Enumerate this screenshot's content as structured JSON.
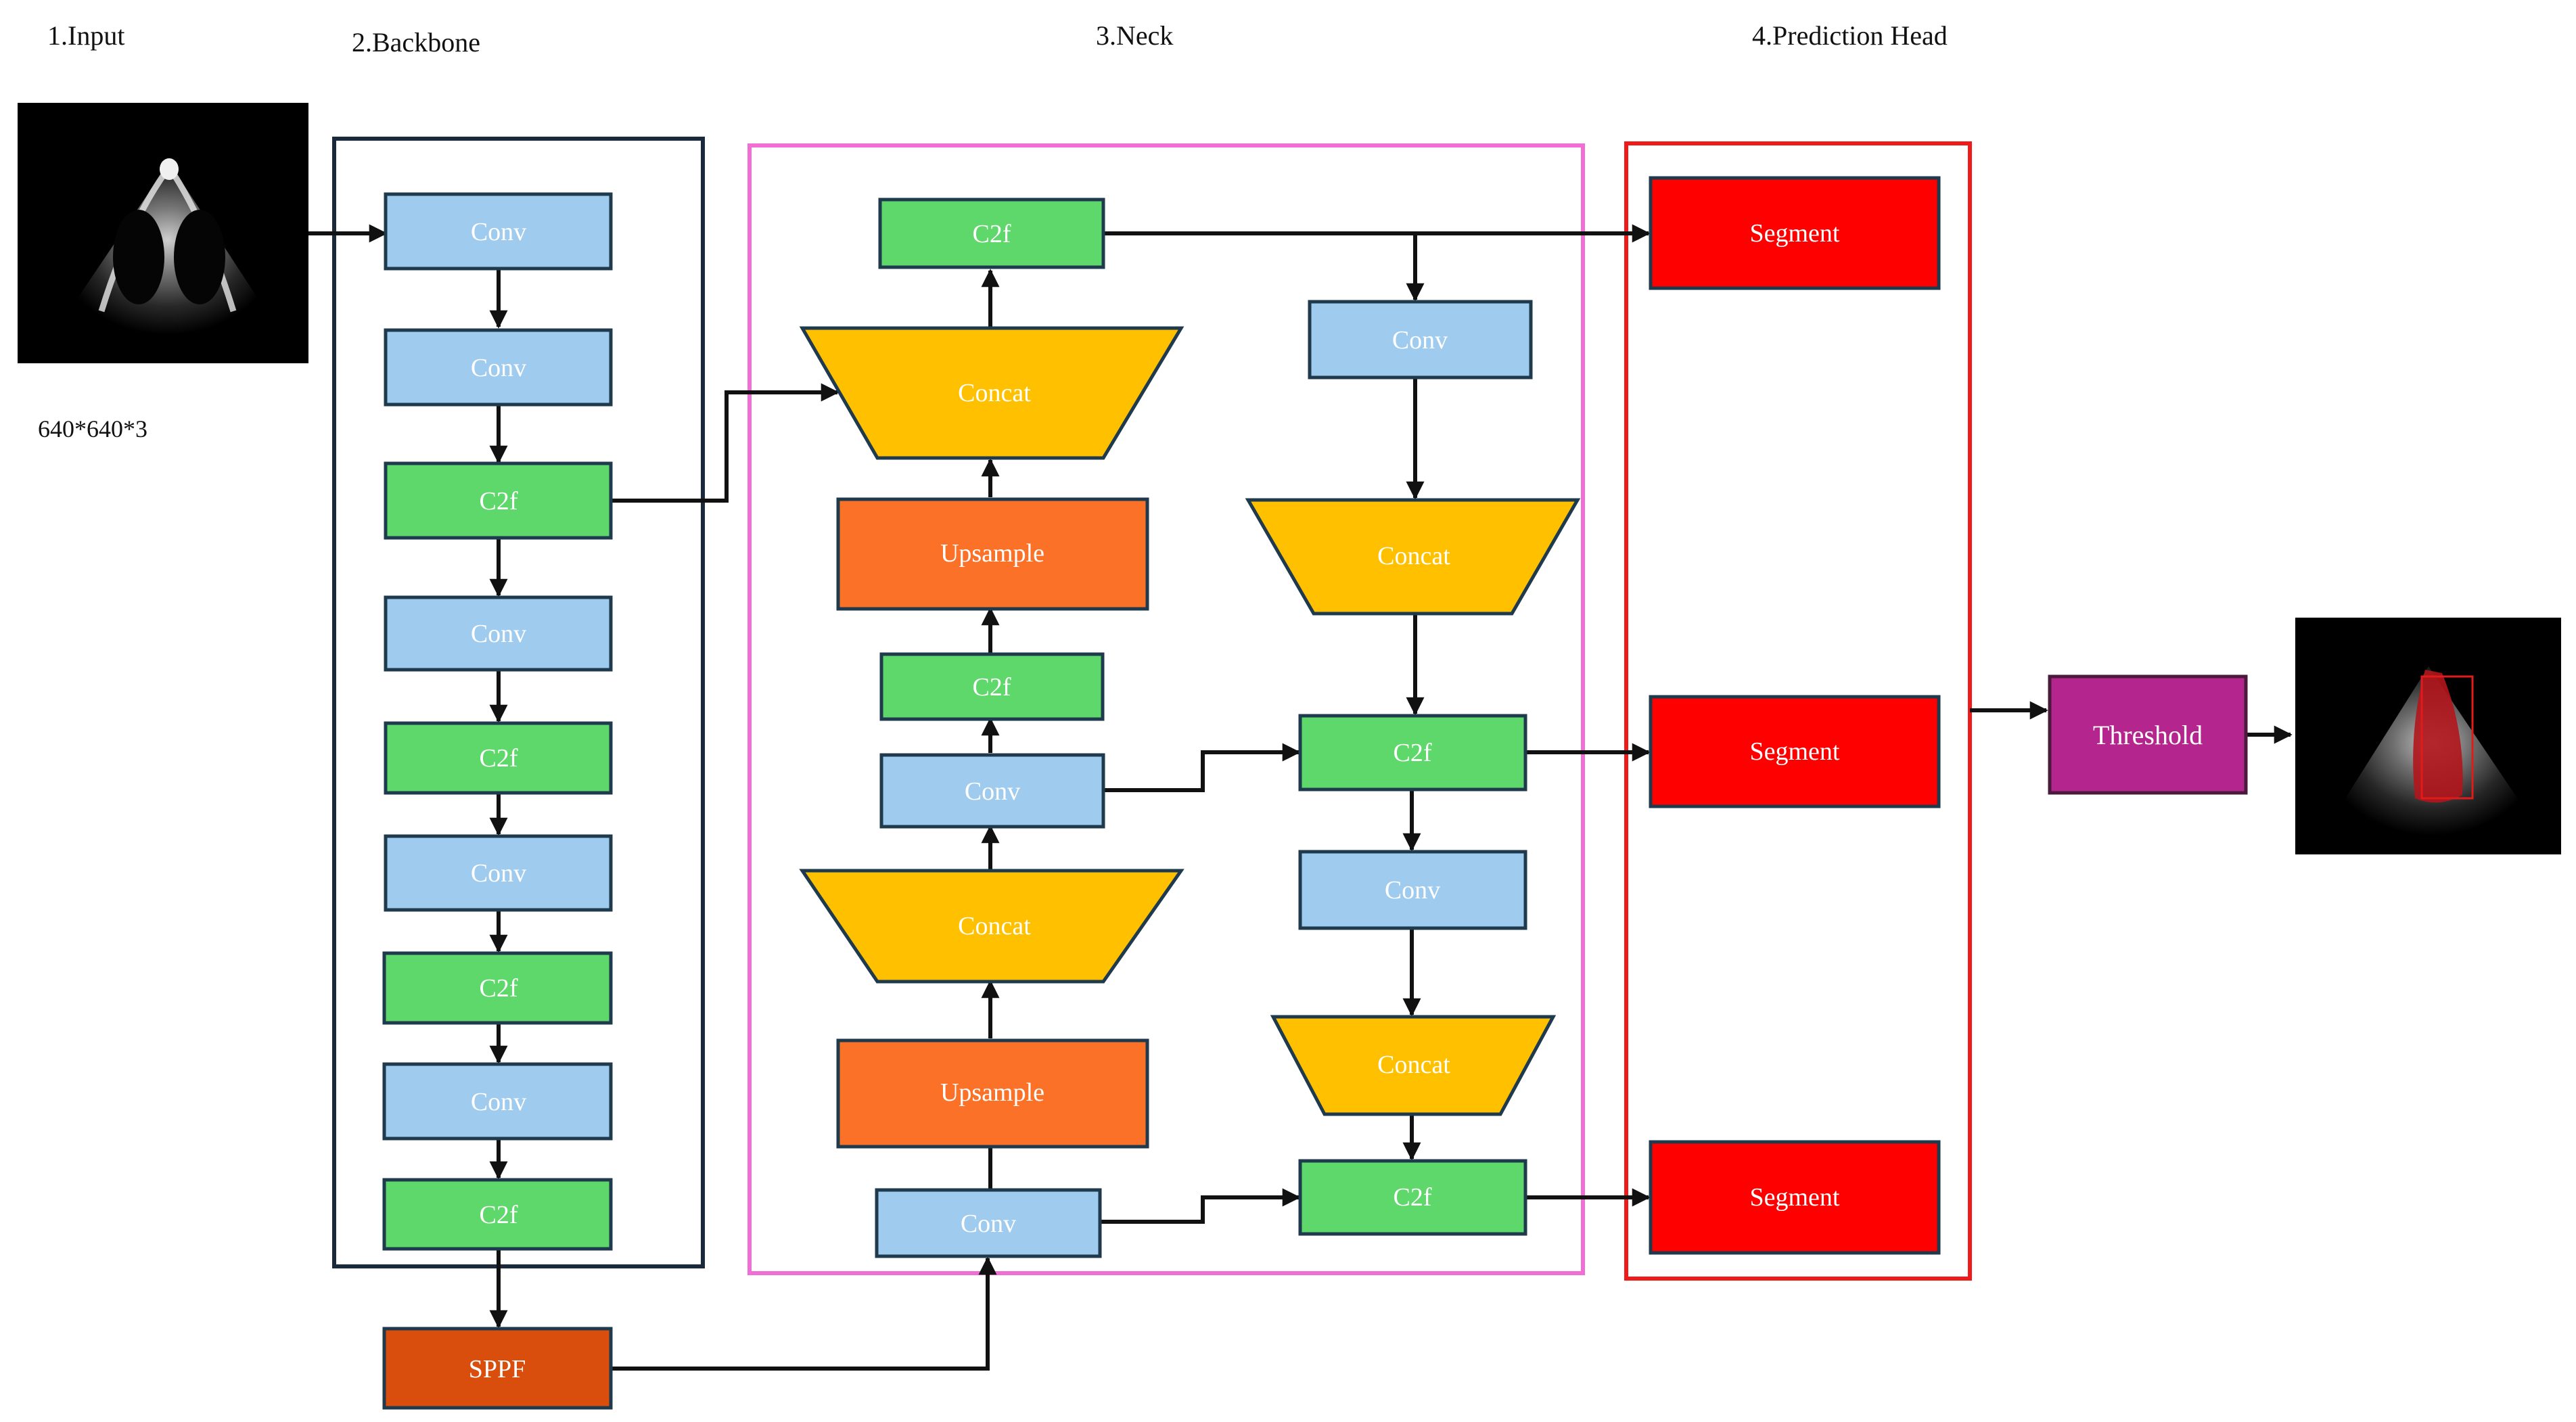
{
  "sections": {
    "input": "1.Input",
    "backbone": "2.Backbone",
    "neck": "3.Neck",
    "head": "4.Prediction Head"
  },
  "input_size": "640*640*3",
  "colors": {
    "conv": "#9fcbee",
    "c2f": "#5ed86b",
    "concat": "#ffc000",
    "upsample": "#fb7128",
    "sppf": "#d94e0c",
    "segment": "#ff0000",
    "threshold": "#b5258e",
    "backbone_border": "#1b2a3a",
    "neck_border": "#ef6fd5",
    "head_border": "#ef1b1b"
  },
  "backbone": {
    "conv_1": "Conv",
    "conv_2": "Conv",
    "c2f_1": "C2f",
    "conv_3": "Conv",
    "c2f_2": "C2f",
    "conv_4": "Conv",
    "c2f_3": "C2f",
    "conv_5": "Conv",
    "c2f_4": "C2f",
    "sppf": "SPPF"
  },
  "neck": {
    "c2f_top": "C2f",
    "concat_top": "Concat",
    "upsample_1": "Upsample",
    "c2f_mid": "C2f",
    "conv_mid": "Conv",
    "concat_mid": "Concat",
    "upsample_2": "Upsample",
    "conv_bottom": "Conv",
    "conv_right_1": "Conv",
    "concat_right_1": "Concat",
    "c2f_right_1": "C2f",
    "conv_right_2": "Conv",
    "concat_right_2": "Concat",
    "c2f_right_2": "C2f"
  },
  "head": {
    "segment_1": "Segment",
    "segment_2": "Segment",
    "segment_3": "Segment"
  },
  "threshold": "Threshold"
}
